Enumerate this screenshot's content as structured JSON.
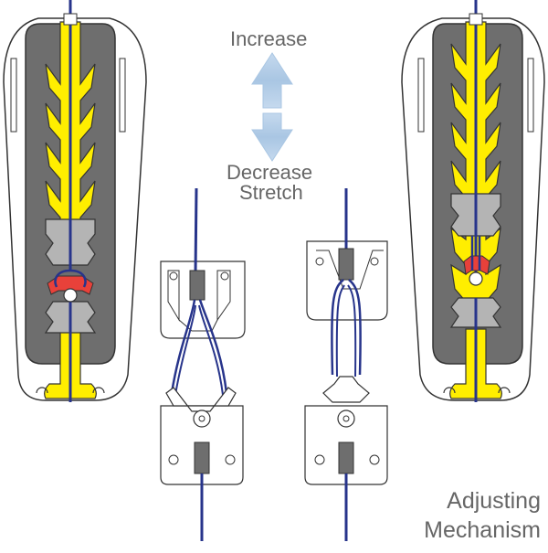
{
  "labels": {
    "increase": "Increase",
    "decrease": "Decrease",
    "stretch": "Stretch",
    "title_line1": "Adjusting",
    "title_line2": "Mechanism"
  },
  "colors": {
    "housing_outline": "#333333",
    "housing_fill": "#ffffff",
    "gray_body": "#6e6e6e",
    "gray_block": "#b4b4b4",
    "yellow_spine": "#ffee00",
    "cable_blue": "#27348b",
    "red_clip": "#e8413a",
    "arrow_blue": "#a9c6e3",
    "label_gray": "#666666"
  },
  "icons": {
    "adjust_arrow": "double-vertical-arrow-icon"
  }
}
